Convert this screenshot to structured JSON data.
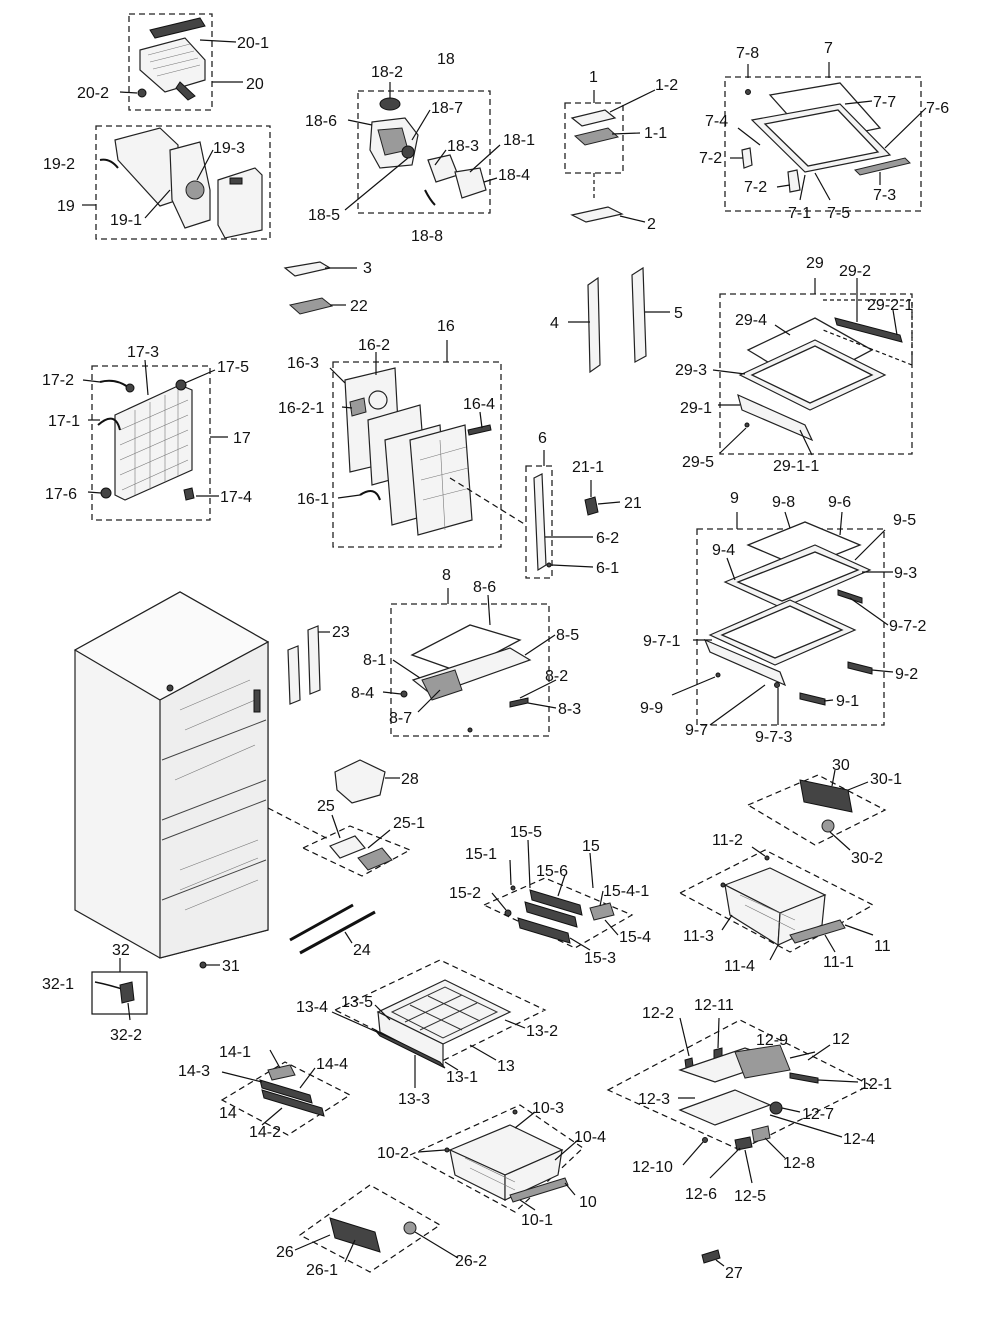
{
  "diagram": {
    "labels": {
      "L20_1": "20-1",
      "L20": "20",
      "L20_2": "20-2",
      "L19_2": "19-2",
      "L19_3": "19-3",
      "L19": "19",
      "L19_1": "19-1",
      "L18": "18",
      "L18_2": "18-2",
      "L18_7": "18-7",
      "L18_6": "18-6",
      "L18_3": "18-3",
      "L18_1": "18-1",
      "L18_4": "18-4",
      "L18_5": "18-5",
      "L18_8": "18-8",
      "L1": "1",
      "L1_2": "1-2",
      "L1_1": "1-1",
      "L2": "2",
      "L7": "7",
      "L7_8": "7-8",
      "L7_7": "7-7",
      "L7_6": "7-6",
      "L7_4": "7-4",
      "L7_2a": "7-2",
      "L7_2b": "7-2",
      "L7_1": "7-1",
      "L7_5": "7-5",
      "L7_3": "7-3",
      "L3": "3",
      "L22": "22",
      "L4": "4",
      "L5": "5",
      "L29": "29",
      "L29_2": "29-2",
      "L29_2_1": "29-2-1",
      "L29_4": "29-4",
      "L29_3": "29-3",
      "L29_1": "29-1",
      "L29_5": "29-5",
      "L29_1_1": "29-1-1",
      "L17_3": "17-3",
      "L17_2": "17-2",
      "L17_5": "17-5",
      "L17_1": "17-1",
      "L17": "17",
      "L17_6": "17-6",
      "L17_4": "17-4",
      "L16": "16",
      "L16_2": "16-2",
      "L16_3": "16-3",
      "L16_2_1": "16-2-1",
      "L16_4": "16-4",
      "L16_1": "16-1",
      "L6": "6",
      "L21_1": "21-1",
      "L21": "21",
      "L6_2": "6-2",
      "L6_1": "6-1",
      "L9": "9",
      "L9_8": "9-8",
      "L9_6": "9-6",
      "L9_5": "9-5",
      "L9_4": "9-4",
      "L9_3": "9-3",
      "L9_7_2": "9-7-2",
      "L9_7_1": "9-7-1",
      "L9_2": "9-2",
      "L9_9": "9-9",
      "L9_1": "9-1",
      "L9_7": "9-7",
      "L9_7_3": "9-7-3",
      "L8": "8",
      "L8_6": "8-6",
      "L8_5": "8-5",
      "L8_1": "8-1",
      "L8_2": "8-2",
      "L8_4": "8-4",
      "L8_7": "8-7",
      "L8_3": "8-3",
      "L23": "23",
      "L28": "28",
      "L25": "25",
      "L25_1": "25-1",
      "L30": "30",
      "L30_1": "30-1",
      "L30_2": "30-2",
      "L15": "15",
      "L15_5": "15-5",
      "L15_1": "15-1",
      "L15_6": "15-6",
      "L15_2": "15-2",
      "L15_4_1": "15-4-1",
      "L15_4": "15-4",
      "L15_3": "15-3",
      "L11_2": "11-2",
      "L11_3": "11-3",
      "L11": "11",
      "L11_4": "11-4",
      "L11_1": "11-1",
      "L24": "24",
      "L32": "32",
      "L31": "31",
      "L32_1": "32-1",
      "L32_2": "32-2",
      "L13_4": "13-4",
      "L13_5": "13-5",
      "L13_2": "13-2",
      "L13": "13",
      "L13_1": "13-1",
      "L13_3": "13-3",
      "L12_2": "12-2",
      "L12_11": "12-11",
      "L12": "12",
      "L12_9": "12-9",
      "L12_1": "12-1",
      "L12_3": "12-3",
      "L12_7": "12-7",
      "L12_4": "12-4",
      "L12_10": "12-10",
      "L12_8": "12-8",
      "L12_6": "12-6",
      "L12_5": "12-5",
      "L14_1": "14-1",
      "L14_3": "14-3",
      "L14_4": "14-4",
      "L14": "14",
      "L14_2": "14-2",
      "L10_3": "10-3",
      "L10_4": "10-4",
      "L10_2": "10-2",
      "L10": "10",
      "L10_1": "10-1",
      "L26": "26",
      "L26_1": "26-1",
      "L26_2": "26-2",
      "L27": "27"
    }
  }
}
